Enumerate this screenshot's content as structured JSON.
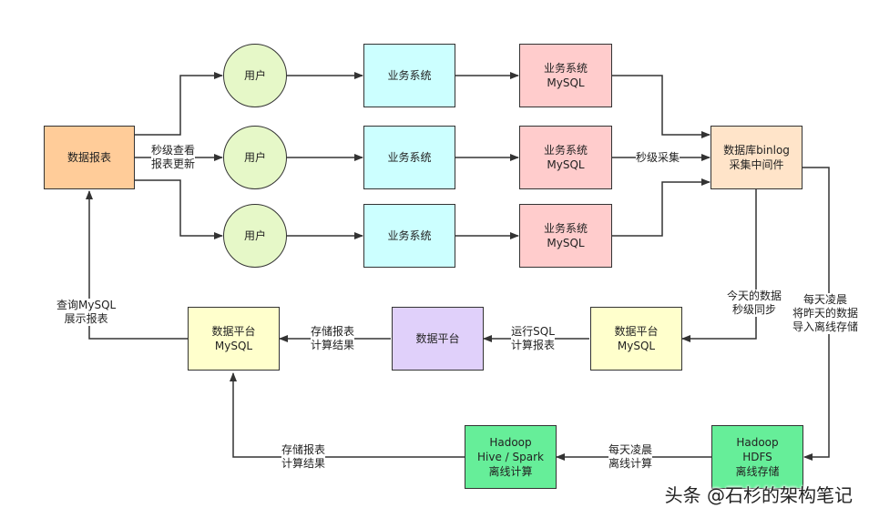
{
  "nodes": {
    "report": "数据报表",
    "user1": "用户",
    "user2": "用户",
    "user3": "用户",
    "sys1": "业务系统",
    "sys2": "业务系统",
    "sys3": "业务系统",
    "db1": [
      "业务系统",
      "MySQL"
    ],
    "db2": [
      "业务系统",
      "MySQL"
    ],
    "db3": [
      "业务系统",
      "MySQL"
    ],
    "binlog": [
      "数据库binlog",
      "采集中间件"
    ],
    "platform_mysql_right": [
      "数据平台",
      "MySQL"
    ],
    "platform": "数据平台",
    "platform_mysql_left": [
      "数据平台",
      "MySQL"
    ],
    "hdfs": [
      "Hadoop",
      "HDFS",
      "离线存储"
    ],
    "hive": [
      "Hadoop",
      "Hive / Spark",
      "离线计算"
    ]
  },
  "edge_labels": {
    "report_users": [
      "秒级查看",
      "报表更新"
    ],
    "collect": [
      "秒级采集"
    ],
    "today_sync": [
      "今天的数据",
      "秒级同步"
    ],
    "daily_import": [
      "每天凌晨",
      "将昨天的数据",
      "导入离线存储"
    ],
    "run_sql": [
      "运行SQL",
      "计算报表"
    ],
    "store_result_top": [
      "存储报表",
      "计算结果"
    ],
    "query_mysql": [
      "查询MySQL",
      "展示报表"
    ],
    "daily_compute": [
      "每天凌晨",
      "离线计算"
    ],
    "store_result_bottom": [
      "存储报表",
      "计算结果"
    ]
  },
  "watermark": "头条 @石杉的架构笔记"
}
